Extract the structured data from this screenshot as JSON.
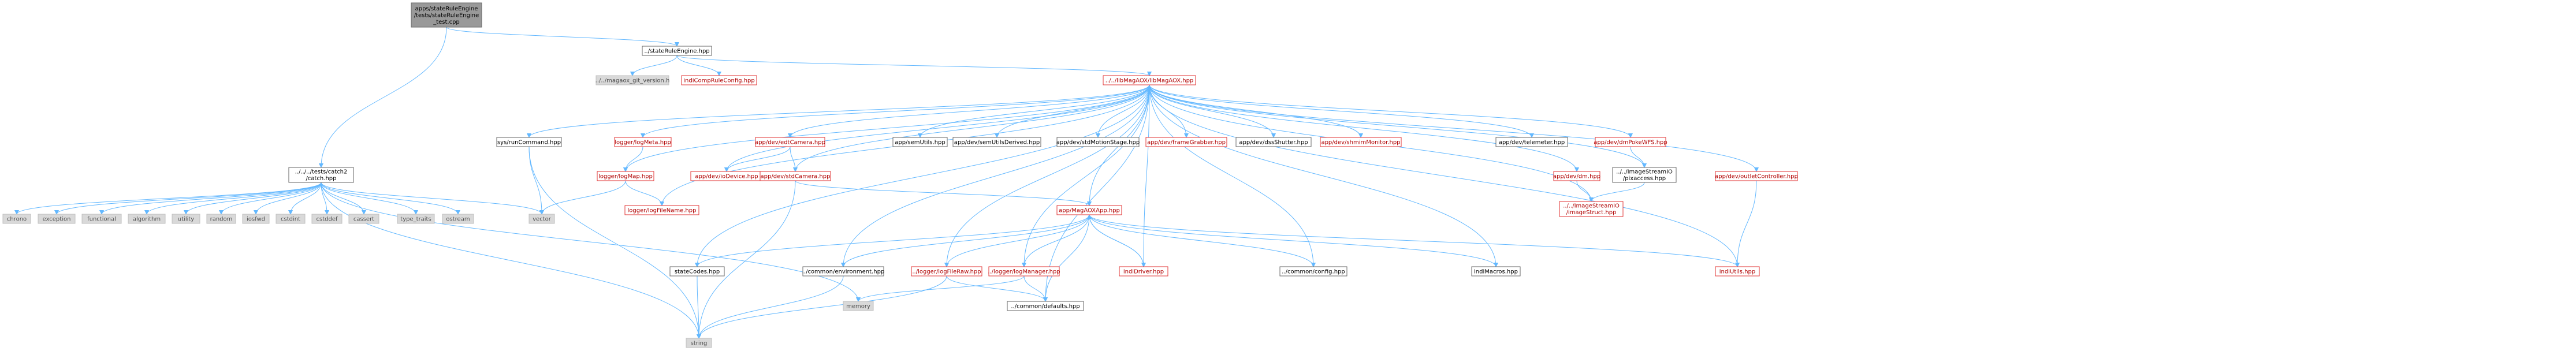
{
  "colors": {
    "edge": "#63b8ff",
    "root_fill": "#999999",
    "gray_fill": "#d9d9d9",
    "red_border": "#e03030",
    "white_border": "#666666"
  },
  "nodes": [
    {
      "id": "root",
      "lines": [
        "apps/stateRuleEngine",
        "/tests/stateRuleEngine",
        "_test.cpp"
      ],
      "style": "root"
    },
    {
      "id": "sre",
      "lines": [
        "../stateRuleEngine.hpp"
      ],
      "style": "white"
    },
    {
      "id": "catch",
      "lines": [
        "../../../tests/catch2",
        "/catch.hpp"
      ],
      "style": "white"
    },
    {
      "id": "gitver",
      "lines": [
        "../../magaox_git_version.h"
      ],
      "style": "gray"
    },
    {
      "id": "indicomp",
      "lines": [
        "indiCompRuleConfig.hpp"
      ],
      "style": "red"
    },
    {
      "id": "libmag",
      "lines": [
        "../../libMagAOX/libMagAOX.hpp"
      ],
      "style": "red"
    },
    {
      "id": "chrono",
      "lines": [
        "chrono"
      ],
      "style": "gray"
    },
    {
      "id": "exception",
      "lines": [
        "exception"
      ],
      "style": "gray"
    },
    {
      "id": "functional",
      "lines": [
        "functional"
      ],
      "style": "gray"
    },
    {
      "id": "algorithm",
      "lines": [
        "algorithm"
      ],
      "style": "gray"
    },
    {
      "id": "utility",
      "lines": [
        "utility"
      ],
      "style": "gray"
    },
    {
      "id": "random",
      "lines": [
        "random"
      ],
      "style": "gray"
    },
    {
      "id": "iosfwd",
      "lines": [
        "iosfwd"
      ],
      "style": "gray"
    },
    {
      "id": "cstdint",
      "lines": [
        "cstdint"
      ],
      "style": "gray"
    },
    {
      "id": "cstddef",
      "lines": [
        "cstddef"
      ],
      "style": "gray"
    },
    {
      "id": "cassert",
      "lines": [
        "cassert"
      ],
      "style": "gray"
    },
    {
      "id": "typetraits",
      "lines": [
        "type_traits"
      ],
      "style": "gray"
    },
    {
      "id": "ostream",
      "lines": [
        "ostream"
      ],
      "style": "gray"
    },
    {
      "id": "vector",
      "lines": [
        "vector"
      ],
      "style": "gray"
    },
    {
      "id": "string",
      "lines": [
        "string"
      ],
      "style": "gray"
    },
    {
      "id": "memory",
      "lines": [
        "memory"
      ],
      "style": "gray"
    },
    {
      "id": "sysrun",
      "lines": [
        "sys/runCommand.hpp"
      ],
      "style": "white"
    },
    {
      "id": "logmeta",
      "lines": [
        "logger/logMeta.hpp"
      ],
      "style": "red"
    },
    {
      "id": "logmap",
      "lines": [
        "logger/logMap.hpp"
      ],
      "style": "red"
    },
    {
      "id": "logfilename",
      "lines": [
        "logger/logFileName.hpp"
      ],
      "style": "red"
    },
    {
      "id": "edtcam",
      "lines": [
        "app/dev/edtCamera.hpp"
      ],
      "style": "red"
    },
    {
      "id": "iodevice",
      "lines": [
        "app/dev/ioDevice.hpp"
      ],
      "style": "red"
    },
    {
      "id": "stdcam",
      "lines": [
        "app/dev/stdCamera.hpp"
      ],
      "style": "red"
    },
    {
      "id": "semutils",
      "lines": [
        "app/semUtils.hpp"
      ],
      "style": "white"
    },
    {
      "id": "semutilsder",
      "lines": [
        "app/dev/semUtilsDerived.hpp"
      ],
      "style": "white"
    },
    {
      "id": "stdmotion",
      "lines": [
        "app/dev/stdMotionStage.hpp"
      ],
      "style": "white"
    },
    {
      "id": "framegrab",
      "lines": [
        "app/dev/frameGrabber.hpp"
      ],
      "style": "red"
    },
    {
      "id": "dssshutter",
      "lines": [
        "app/dev/dssShutter.hpp"
      ],
      "style": "white"
    },
    {
      "id": "shmim",
      "lines": [
        "app/dev/shmimMonitor.hpp"
      ],
      "style": "red"
    },
    {
      "id": "telemeter",
      "lines": [
        "app/dev/telemeter.hpp"
      ],
      "style": "white"
    },
    {
      "id": "dmpoke",
      "lines": [
        "app/dev/dmPokeWFS.hpp"
      ],
      "style": "red"
    },
    {
      "id": "dm",
      "lines": [
        "app/dev/dm.hpp"
      ],
      "style": "red"
    },
    {
      "id": "pixaccess",
      "lines": [
        "../../ImageStreamIO",
        "/pixaccess.hpp"
      ],
      "style": "white"
    },
    {
      "id": "imagestruct",
      "lines": [
        "../../ImageStreamIO",
        "/imageStruct.hpp"
      ],
      "style": "red"
    },
    {
      "id": "outlet",
      "lines": [
        "app/dev/outletController.hpp"
      ],
      "style": "red"
    },
    {
      "id": "magaoxapp",
      "lines": [
        "app/MagAOXApp.hpp"
      ],
      "style": "red"
    },
    {
      "id": "statecodes",
      "lines": [
        "stateCodes.hpp"
      ],
      "style": "white"
    },
    {
      "id": "environment",
      "lines": [
        "../common/environment.hpp"
      ],
      "style": "white"
    },
    {
      "id": "logfileraw",
      "lines": [
        "../logger/logFileRaw.hpp"
      ],
      "style": "red"
    },
    {
      "id": "logmanager",
      "lines": [
        "../logger/logManager.hpp"
      ],
      "style": "red"
    },
    {
      "id": "indidriver",
      "lines": [
        "indiDriver.hpp"
      ],
      "style": "red"
    },
    {
      "id": "config",
      "lines": [
        "../common/config.hpp"
      ],
      "style": "white"
    },
    {
      "id": "indimacros",
      "lines": [
        "indiMacros.hpp"
      ],
      "style": "white"
    },
    {
      "id": "indiutils",
      "lines": [
        "indiUtils.hpp"
      ],
      "style": "red"
    },
    {
      "id": "defaults",
      "lines": [
        "../common/defaults.hpp"
      ],
      "style": "white"
    }
  ],
  "edges": [
    [
      "root",
      "sre"
    ],
    [
      "root",
      "catch"
    ],
    [
      "sre",
      "gitver"
    ],
    [
      "sre",
      "indicomp"
    ],
    [
      "sre",
      "libmag"
    ],
    [
      "catch",
      "chrono"
    ],
    [
      "catch",
      "exception"
    ],
    [
      "catch",
      "functional"
    ],
    [
      "catch",
      "algorithm"
    ],
    [
      "catch",
      "utility"
    ],
    [
      "catch",
      "random"
    ],
    [
      "catch",
      "iosfwd"
    ],
    [
      "catch",
      "cstdint"
    ],
    [
      "catch",
      "cstddef"
    ],
    [
      "catch",
      "cassert"
    ],
    [
      "catch",
      "typetraits"
    ],
    [
      "catch",
      "ostream"
    ],
    [
      "catch",
      "vector"
    ],
    [
      "catch",
      "string"
    ],
    [
      "catch",
      "memory"
    ],
    [
      "libmag",
      "sysrun"
    ],
    [
      "libmag",
      "logmeta"
    ],
    [
      "libmag",
      "logmap"
    ],
    [
      "libmag",
      "logfilename"
    ],
    [
      "libmag",
      "edtcam"
    ],
    [
      "libmag",
      "iodevice"
    ],
    [
      "libmag",
      "stdcam"
    ],
    [
      "libmag",
      "semutils"
    ],
    [
      "libmag",
      "semutilsder"
    ],
    [
      "libmag",
      "stdmotion"
    ],
    [
      "libmag",
      "framegrab"
    ],
    [
      "libmag",
      "dssshutter"
    ],
    [
      "libmag",
      "shmim"
    ],
    [
      "libmag",
      "telemeter"
    ],
    [
      "libmag",
      "dmpoke"
    ],
    [
      "libmag",
      "dm"
    ],
    [
      "libmag",
      "pixaccess"
    ],
    [
      "libmag",
      "imagestruct"
    ],
    [
      "libmag",
      "outlet"
    ],
    [
      "libmag",
      "magaoxapp"
    ],
    [
      "libmag",
      "statecodes"
    ],
    [
      "libmag",
      "environment"
    ],
    [
      "libmag",
      "logfileraw"
    ],
    [
      "libmag",
      "logmanager"
    ],
    [
      "libmag",
      "indidriver"
    ],
    [
      "libmag",
      "config"
    ],
    [
      "libmag",
      "indimacros"
    ],
    [
      "libmag",
      "indiutils"
    ],
    [
      "libmag",
      "defaults"
    ],
    [
      "sysrun",
      "vector"
    ],
    [
      "sysrun",
      "string"
    ],
    [
      "logmeta",
      "logmap"
    ],
    [
      "logmap",
      "vector"
    ],
    [
      "logmap",
      "logfilename"
    ],
    [
      "edtcam",
      "iodevice"
    ],
    [
      "edtcam",
      "stdcam"
    ],
    [
      "stdcam",
      "magaoxapp"
    ],
    [
      "stdcam",
      "string"
    ],
    [
      "dmpoke",
      "pixaccess"
    ],
    [
      "dm",
      "imagestruct"
    ],
    [
      "pixaccess",
      "imagestruct"
    ],
    [
      "outlet",
      "indiutils"
    ],
    [
      "magaoxapp",
      "statecodes"
    ],
    [
      "magaoxapp",
      "environment"
    ],
    [
      "magaoxapp",
      "logfileraw"
    ],
    [
      "magaoxapp",
      "logmanager"
    ],
    [
      "magaoxapp",
      "indidriver"
    ],
    [
      "magaoxapp",
      "config"
    ],
    [
      "magaoxapp",
      "indimacros"
    ],
    [
      "magaoxapp",
      "indiutils"
    ],
    [
      "magaoxapp",
      "defaults"
    ],
    [
      "indidriver",
      "magaoxapp"
    ],
    [
      "statecodes",
      "string"
    ],
    [
      "environment",
      "string"
    ],
    [
      "logfileraw",
      "string"
    ],
    [
      "logfileraw",
      "defaults"
    ],
    [
      "logmanager",
      "memory"
    ],
    [
      "logmanager",
      "defaults"
    ]
  ]
}
